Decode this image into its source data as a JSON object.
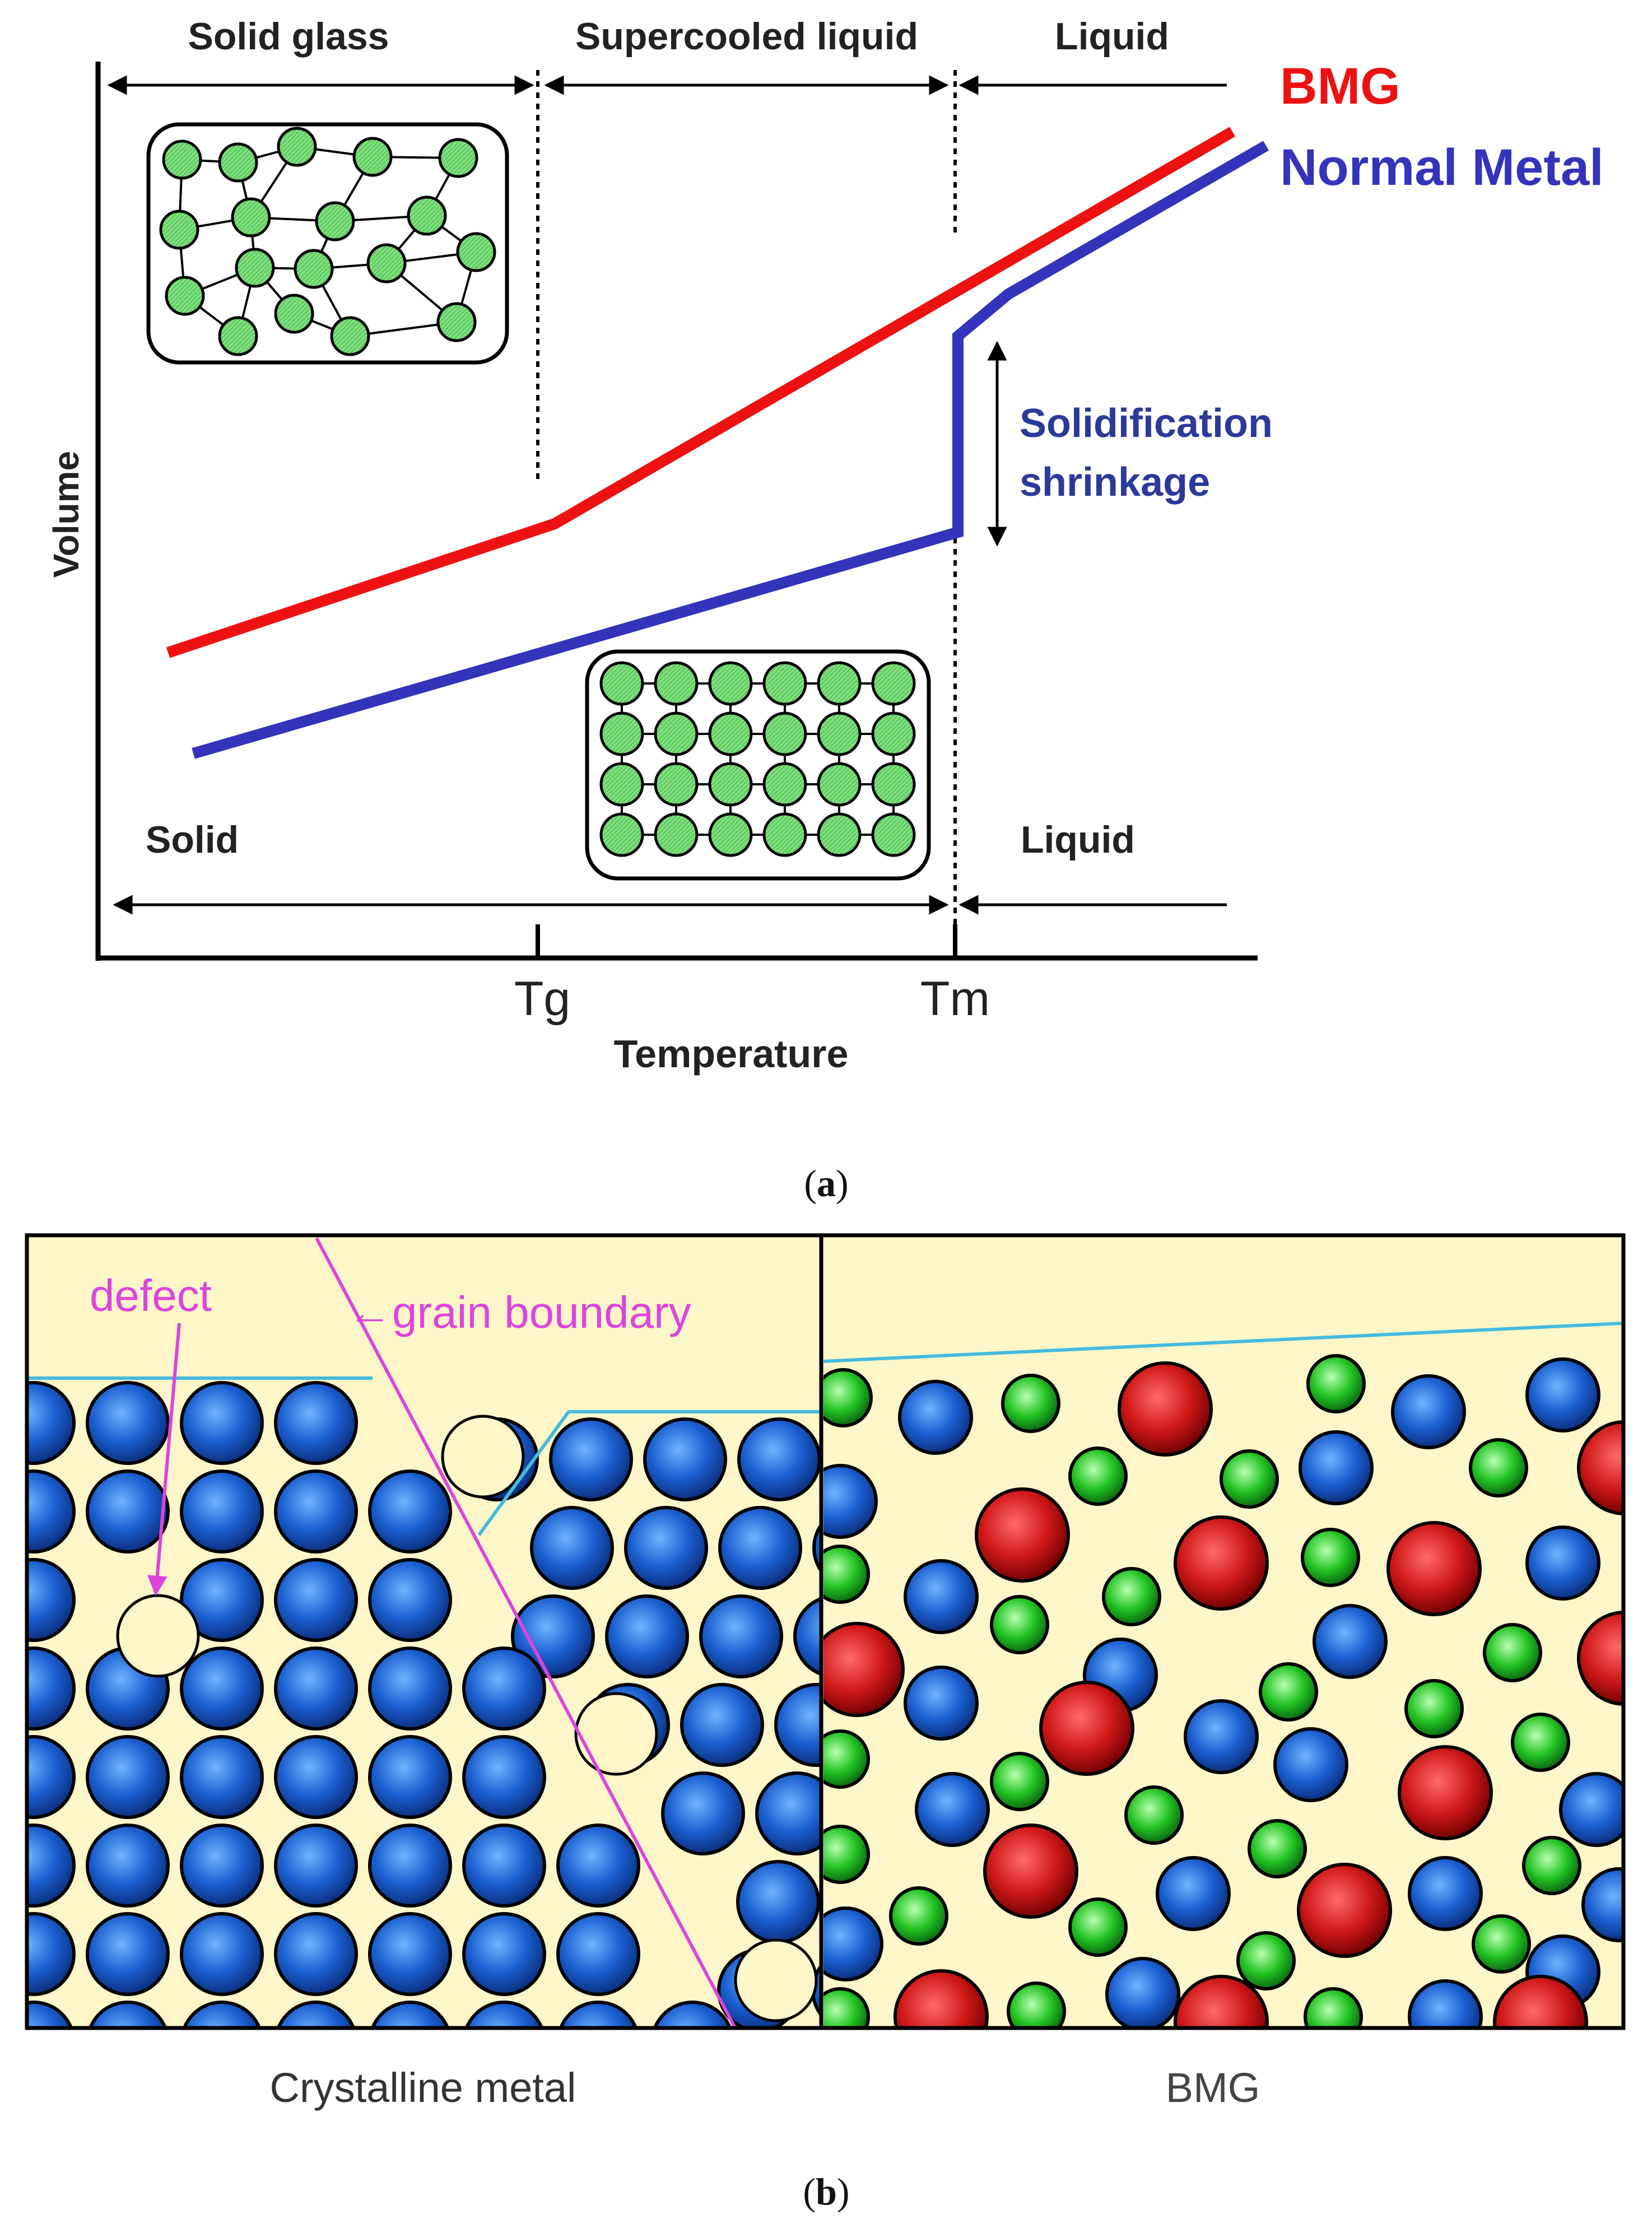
{
  "panel_a": {
    "regions_top": [
      "Solid glass",
      "Supercooled liquid",
      "Liquid"
    ],
    "regions_bottom": [
      "Solid",
      "Liquid"
    ],
    "series": [
      {
        "name": "BMG",
        "color": "#ee1111"
      },
      {
        "name": "Normal Metal",
        "color": "#3333bb"
      }
    ],
    "shrinkage_label": [
      "Solidification",
      "shrinkage"
    ],
    "shrinkage_color": "#2b3a9a",
    "x_ticks": [
      "Tg",
      "Tm"
    ],
    "xlabel": "Temperature",
    "ylabel": "Volume",
    "caption_letter": "a",
    "atom_color": "#7ee07e"
  },
  "panel_b": {
    "left_title": "Crystalline metal",
    "right_title": "BMG",
    "defect_label": "defect",
    "grain_label": "←grain boundary",
    "annotation_color": "#dd44dd",
    "surface_color": "#44bbdd",
    "background": "#fdf6c8",
    "atom_colors": {
      "blue": "#1a5fd0",
      "red": "#d01818",
      "green": "#22c322"
    },
    "caption_letter": "b"
  }
}
